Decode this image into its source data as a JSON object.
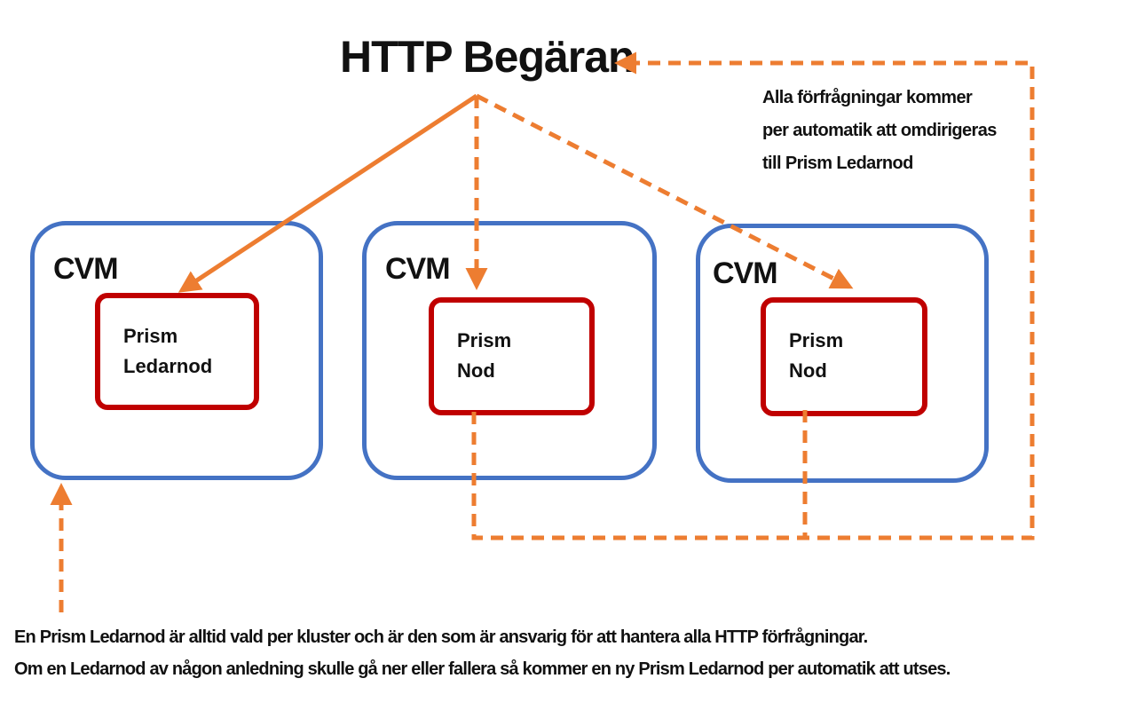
{
  "title": "HTTP Begäran",
  "cvms": [
    {
      "label": "CVM",
      "prism_line1": "Prism",
      "prism_line2": "Ledarnod"
    },
    {
      "label": "CVM",
      "prism_line1": "Prism",
      "prism_line2": "Nod"
    },
    {
      "label": "CVM",
      "prism_line1": "Prism",
      "prism_line2": "Nod"
    }
  ],
  "note": {
    "line1": "Alla förfrågningar kommer",
    "line2": "per automatik att omdirigeras",
    "line3": "till Prism Ledarnod"
  },
  "footer": {
    "line1": "En Prism Ledarnod är alltid vald per kluster och är den som är ansvarig för att hantera alla HTTP förfrågningar.",
    "line2": "Om en Ledarnod av någon anledning skulle gå ner eller fallera så kommer en ny Prism Ledarnod per automatik att utses."
  },
  "colors": {
    "cvm_border": "#4472c4",
    "prism_border": "#c00000",
    "arrow": "#ed7d31"
  }
}
